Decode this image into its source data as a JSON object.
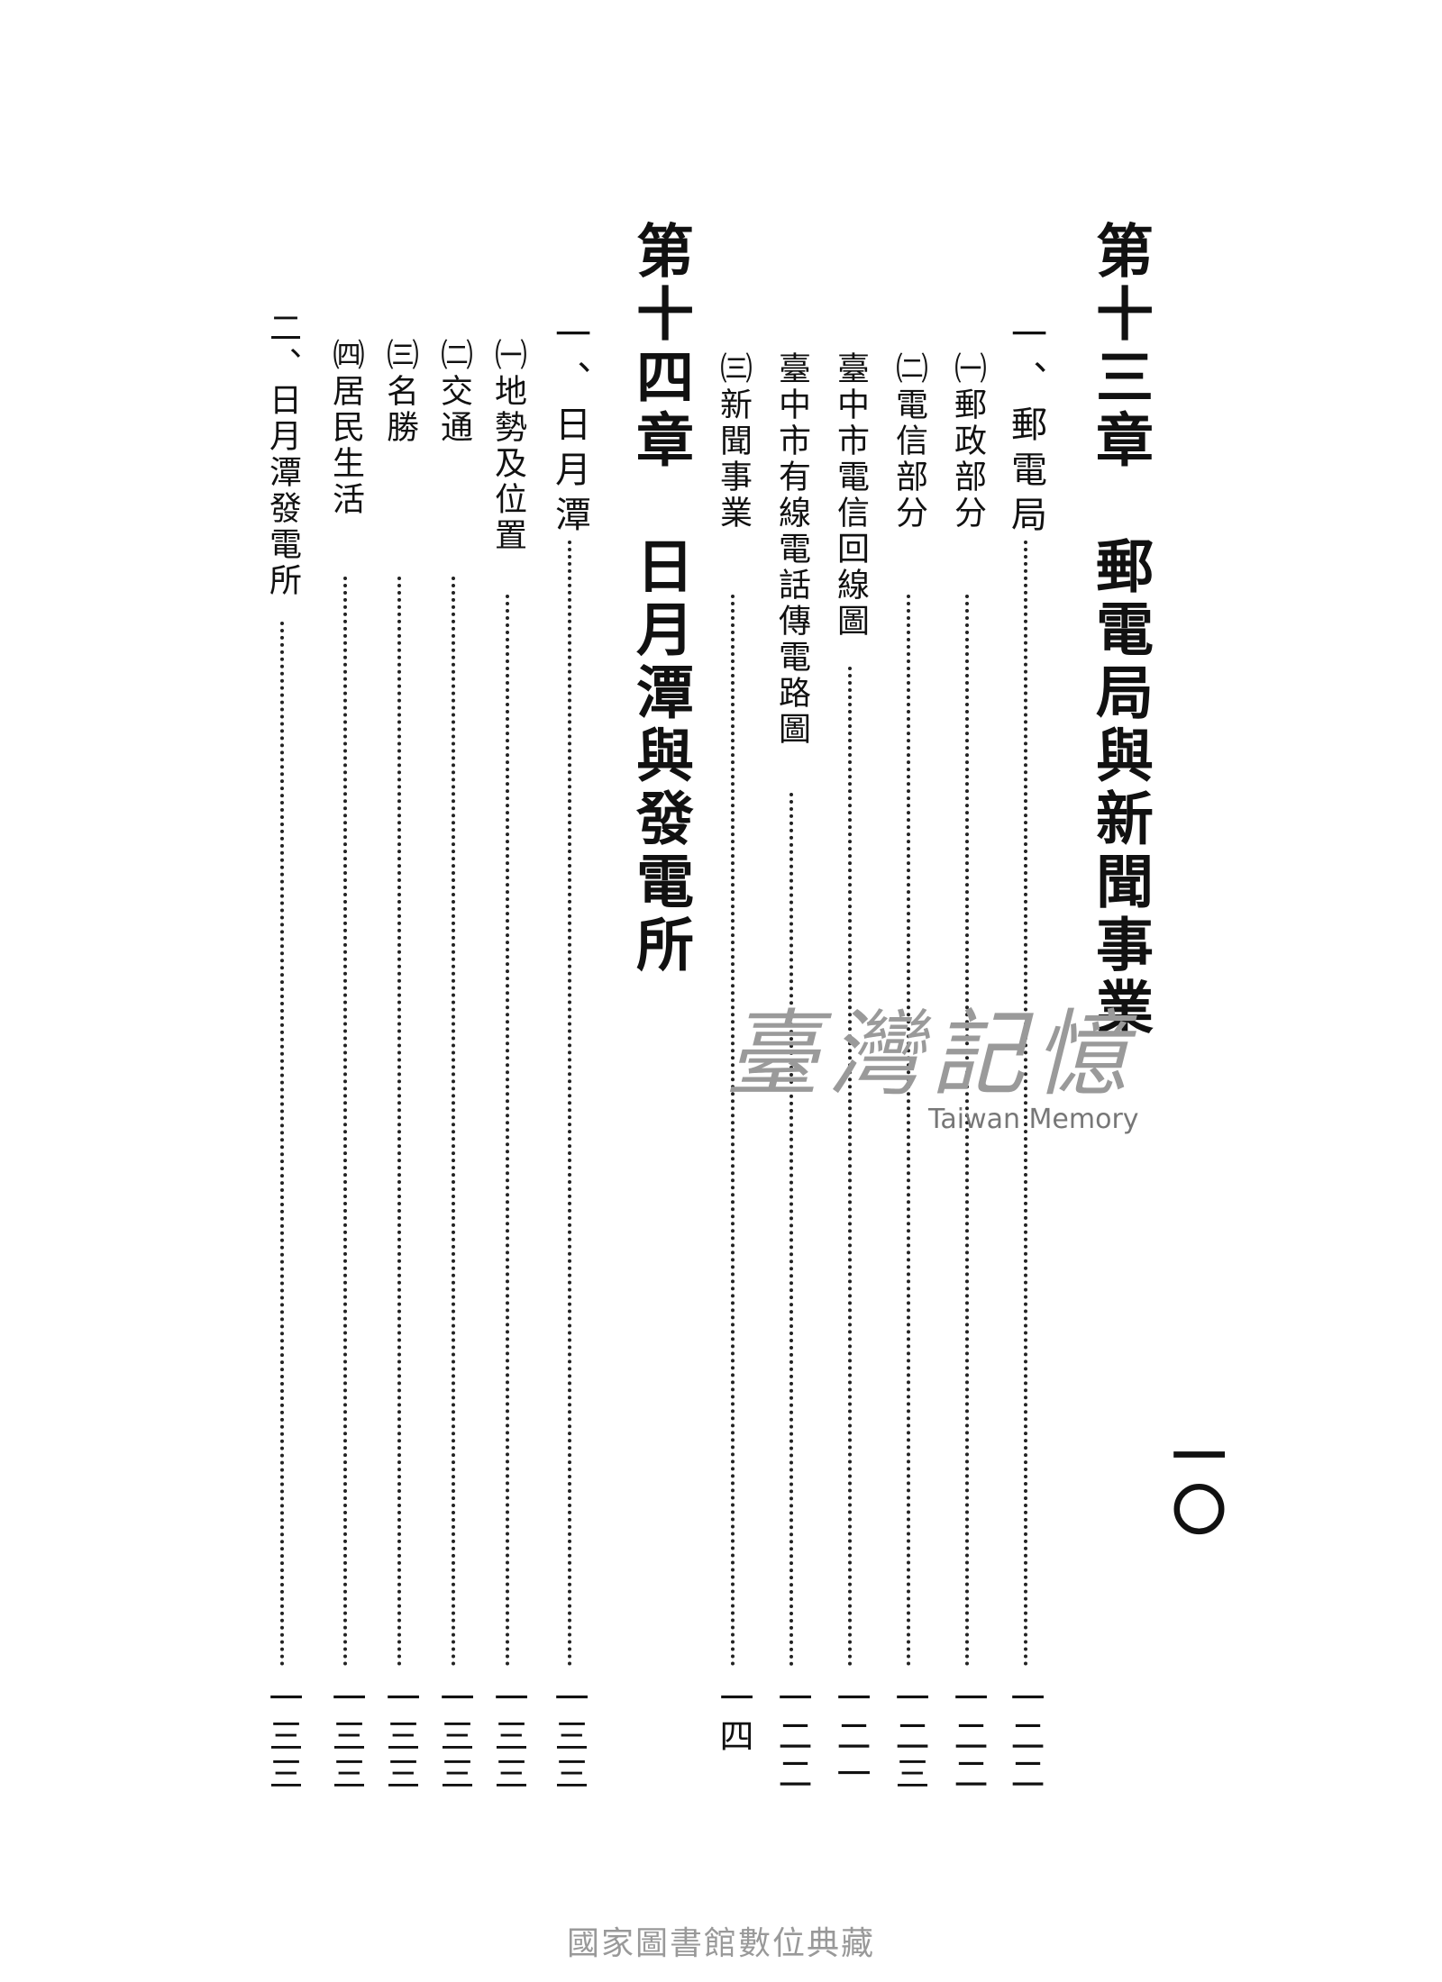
{
  "chapter13": {
    "title": "第十三章　郵電局與新聞事業",
    "sections": [
      {
        "label": "一、郵電局",
        "page": "一二二"
      },
      {
        "label": "㈠郵政部分",
        "page": "一二二"
      },
      {
        "label": "㈡電信部分",
        "page": "一二三"
      },
      {
        "label": "臺中市電信回線圖",
        "page": "一二一"
      },
      {
        "label": "臺中市有線電話傳電路圖",
        "page": "一二二"
      },
      {
        "label": "㈢新聞事業",
        "page": "一四"
      }
    ]
  },
  "chapter14": {
    "title": "第十四章　日月潭與發電所",
    "sections": [
      {
        "label": "一、日月潭",
        "page": "一三三"
      },
      {
        "label": "㈠地勢及位置",
        "page": "一三三"
      },
      {
        "label": "㈡交通",
        "page": "一三三"
      },
      {
        "label": "㈢名勝",
        "page": "一三三"
      },
      {
        "label": "㈣居民生活",
        "page": "一三三"
      },
      {
        "label": "二、日月潭發電所",
        "page": "一三三"
      }
    ]
  },
  "page_number": "一〇",
  "watermark": {
    "cn": "臺灣記憶",
    "en": "Taiwan Memory"
  },
  "footer": "國家圖書館數位典藏"
}
